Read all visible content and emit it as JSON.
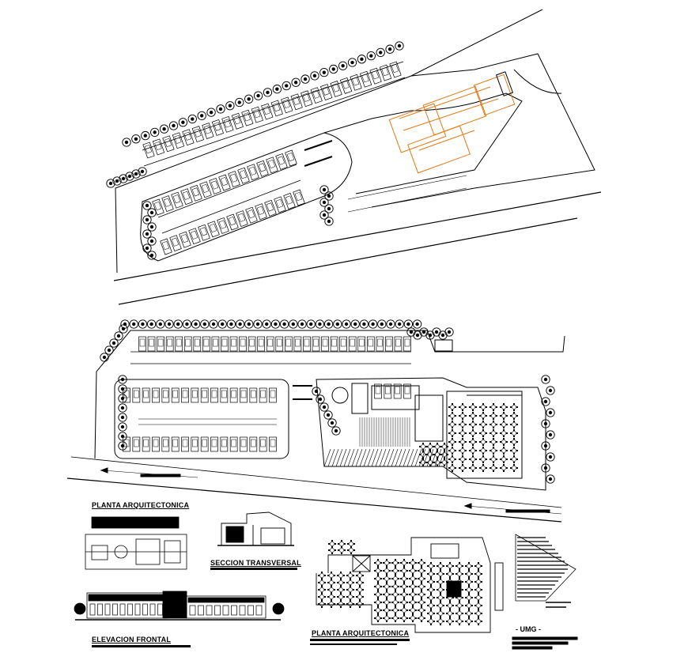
{
  "sheet": {
    "title_plan_top": "PLANTA ARQUITECTONICA",
    "title_section": "SECCION TRANSVERSAL",
    "title_elevation": "ELEVACION FRONTAL",
    "title_plan_bottom": "PLANTA ARQUITECTONICA",
    "stamp": "- UMG -"
  },
  "colors": {
    "line": "#000000",
    "accent": "#e07a1a",
    "background": "#ffffff"
  },
  "icons": [
    "tree-icon",
    "parking-stall-icon",
    "table-set-icon",
    "north-arrow-icon"
  ]
}
